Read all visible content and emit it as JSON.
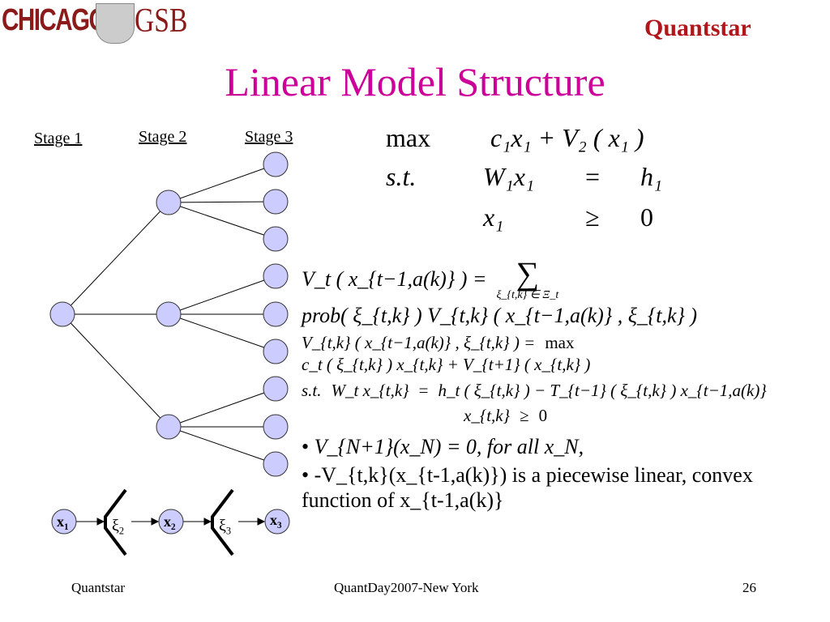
{
  "header": {
    "logo_left": "CHICAGO",
    "logo_left_b": "GSB",
    "logo_right": "Quantstar"
  },
  "title": "Linear Model Structure",
  "tree": {
    "stages": [
      "Stage 1",
      "Stage 2",
      "Stage 3"
    ],
    "node_color": "#ccccff"
  },
  "chain": {
    "x1": "x",
    "x1s": "1",
    "xi2": "ξ",
    "xi2s": "2",
    "x2": "x",
    "x2s": "2",
    "xi3": "ξ",
    "xi3s": "3",
    "x3": "x",
    "x3s": "3"
  },
  "eq1": {
    "max": "max",
    "obj": "c₁x₁ + V₂ ( x₁ )",
    "st": "s.t.",
    "lhs1": "W₁x₁",
    "eq": "=",
    "rhs1": "h₁",
    "lhs2": "x₁",
    "ge": "≥",
    "rhs2": "0"
  },
  "eq2": {
    "lhs": "V_t ( x_{t−1,a(k)} ) =",
    "sum": "∑",
    "sum_sub": "ξ_{t,k} ∈ Ξ_t",
    "rhs": "prob( ξ_{t,k} ) V_{t,k} ( x_{t−1,a(k)} , ξ_{t,k} )"
  },
  "eq3": {
    "lhs": "V_{t,k} ( x_{t−1,a(k)} , ξ_{t,k} ) =",
    "max": "max",
    "obj": "c_t ( ξ_{t,k} ) x_{t,k} + V_{t+1} ( x_{t,k} )",
    "st": "s.t.",
    "c1l": "W_t x_{t,k}",
    "eq": "=",
    "c1r": "h_t ( ξ_{t,k} ) − T_{t−1} ( ξ_{t,k} ) x_{t−1,a(k)}",
    "c2l": "x_{t,k}",
    "ge": "≥",
    "c2r": "0"
  },
  "bullets": [
    "V_{N+1}(x_N) = 0, for all x_N,",
    "-V_{t,k}(x_{t-1,a(k)}) is a piecewise linear, convex function of x_{t-1,a(k)}"
  ],
  "footer": {
    "left": "Quantstar",
    "center": "QuantDay2007-New York",
    "page": "26"
  }
}
